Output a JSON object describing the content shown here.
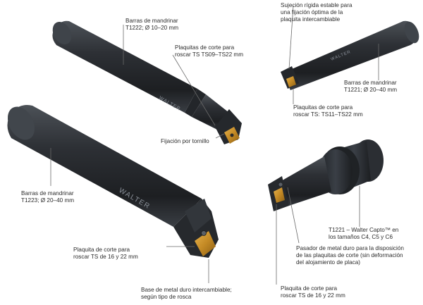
{
  "callouts": {
    "t1222_bar": [
      "Barras de mandrinar",
      "T1222; Ø 10–20 mm"
    ],
    "ts09_inserts": [
      "Plaquitas de corte para",
      "roscar TS TS09–TS22 mm"
    ],
    "screw_clamp": [
      "Fijación por tornillo"
    ],
    "t1223_bar": [
      "Barras de mandrinar",
      "T1223; Ø 20–40 mm"
    ],
    "ts16_insert_left": [
      "Plaquita de corte para",
      "roscar TS de 16 y 22 mm"
    ],
    "carbide_base": [
      "Base de metal duro intercambiable;",
      "según tipo de rosca"
    ],
    "rigid_clamp": [
      "Sujeción rígida estable para",
      "una fijación óptima de la",
      "plaquita intercambiable"
    ],
    "t1221_bar": [
      "Barras de mandrinar",
      "T1221; Ø 20–40 mm"
    ],
    "ts11_inserts": [
      "Plaquitas de corte para",
      "roscar TS: TS11–TS22 mm"
    ],
    "capto": [
      "T1221 – Walter Capto™ en",
      "los tamaños C4, C5 y C6"
    ],
    "carbide_pin": [
      "Pasador de metal duro para la disposición",
      "de las plaquitas de corte (sin deformación",
      "del alojamiento de placa)"
    ],
    "ts16_insert_right": [
      "Plaquita de corte para",
      "roscar TS de 16 y 22 mm"
    ]
  },
  "brand": "WALTER",
  "colors": {
    "tool_body": "#2a2d31",
    "tool_highlight": "#5b6068",
    "insert_gold": "#c9932e",
    "leader_line": "#6a6a6a"
  }
}
